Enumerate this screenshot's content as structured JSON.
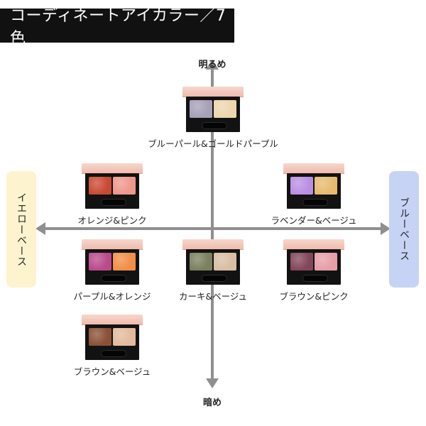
{
  "title": "コーディネートアイカラー／7色",
  "axes": {
    "top": "明るめ",
    "bottom": "暗め",
    "left": "イエローベース",
    "right": "ブルーベース"
  },
  "palettes": [
    {
      "label": "ブルーパール&ゴールドパープル",
      "pan_left_color": "#a6a1b6",
      "pan_right_color": "#ecd6ad"
    },
    {
      "label": "オレンジ&ピンク",
      "pan_left_color": "#c94a34",
      "pan_right_color": "#ee978c"
    },
    {
      "label": "ラベンダー&ベージュ",
      "pan_left_color": "#ba8fe3",
      "pan_right_color": "#e5bb6f"
    },
    {
      "label": "パープル&オレンジ",
      "pan_left_color": "#b94a8b",
      "pan_right_color": "#f08f46"
    },
    {
      "label": "カーキ&ベージュ",
      "pan_left_color": "#7b805f",
      "pan_right_color": "#d8bea2"
    },
    {
      "label": "ブラウン&ピンク",
      "pan_left_color": "#82475a",
      "pan_right_color": "#e79ea7"
    },
    {
      "label": "ブラウン&ベージュ",
      "pan_left_color": "#8a5137",
      "pan_right_color": "#e3ba9d"
    }
  ]
}
